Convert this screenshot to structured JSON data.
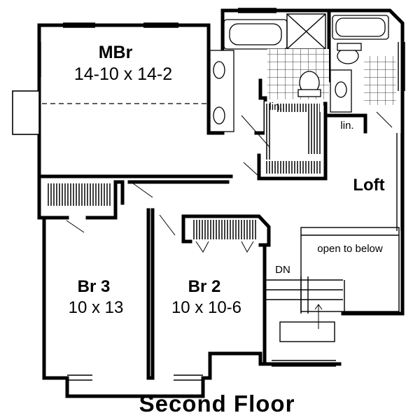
{
  "rooms": {
    "mbr": {
      "name": "MBr",
      "size": "14-10 x 14-2"
    },
    "br3": {
      "name": "Br  3",
      "size": "10 x 13"
    },
    "br2": {
      "name": "Br  2",
      "size": "10 x 10-6"
    },
    "loft": {
      "name": "Loft"
    }
  },
  "annotations": {
    "linen_1": "lin.",
    "linen_2": "lin.",
    "down": "DN",
    "open_to_below": "open to below"
  },
  "plan_title": "Second Floor"
}
